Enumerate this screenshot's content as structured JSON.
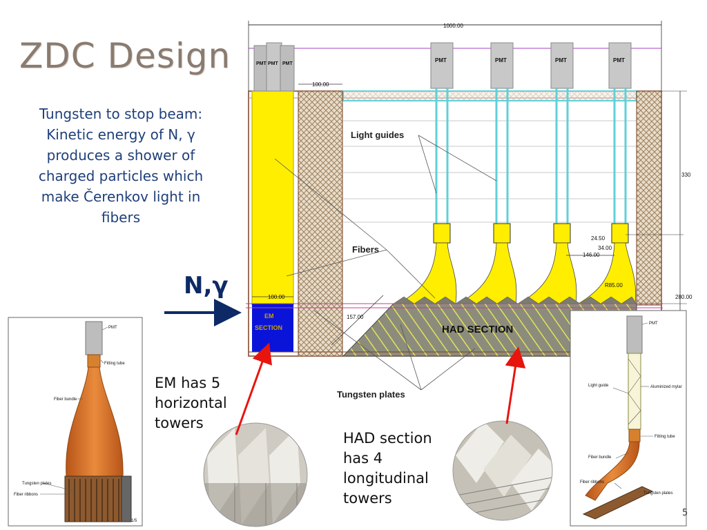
{
  "slide": {
    "title": "ZDC Design",
    "description": "Tungsten to stop beam: Kinetic energy of N, γ produces a shower of charged particles which make Čerenkov light in fibers",
    "beam_label": "N,γ",
    "em_caption": [
      "EM has 5",
      "horizontal",
      "towers"
    ],
    "had_caption": [
      "HAD section",
      "has 4",
      "longitudinal",
      "towers"
    ],
    "page_number": "5"
  },
  "diagram": {
    "pmt_labels": [
      "PMT",
      "PMT",
      "PMT",
      "PMT",
      "PMT",
      "PMT",
      "PMT"
    ],
    "light_guides": "Light guides",
    "fibers": "Fibers",
    "had_section": "HAD SECTION",
    "em_section": [
      "EM",
      "SECTION"
    ],
    "tungsten_plates": "Tungsten plates",
    "dim_width": "1000.00",
    "dim_em_gap": "100.00",
    "dim_em_width": "100.00",
    "dim_angle": "157.00",
    "dim_height_upper": "330",
    "dim_height_lower": "280.00",
    "dim_a": "24.50",
    "dim_b": "34.00",
    "dim_c": "146.00",
    "dim_r": "R85.00"
  },
  "left_inset": {
    "pmt": "PMT",
    "fitting_tube": "Fitting tube",
    "fiber_bundle": "Fiber bundle",
    "tungsten_plates": "Tungsten plates",
    "fiber_ribbons": "Fiber ribbons",
    "page": "1/5"
  },
  "right_inset": {
    "pmt": "PMT",
    "light_guide": "Light guide",
    "aluminized_mylar": "Aluminized mylar",
    "fitting_tube": "Fitting tube",
    "fiber_bundle": "Fiber bundle",
    "fiber_ribbons": "Fiber ribbons",
    "tungsten_plates": "Tungsten plates"
  },
  "colors": {
    "title": "#8a7b70",
    "text_blue": "#1f3f7a",
    "yellow": "#ffee00",
    "em_blue": "#0a14d8",
    "guide_cyan": "#5fd0d8",
    "copper": "#d2691e",
    "arrow_red": "#e8140e",
    "arrow_navy": "#0d2a66"
  }
}
